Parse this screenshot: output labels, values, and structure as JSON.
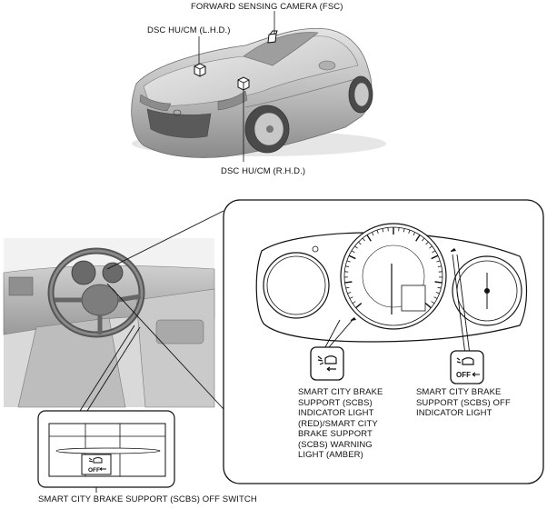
{
  "labels": {
    "fsc": "FORWARD SENSING CAMERA (FSC)",
    "dsc_lhd": "DSC HU/CM (L.H.D.)",
    "dsc_rhd": "DSC HU/CM (R.H.D.)",
    "scbs_indicator": "SMART CITY BRAKE SUPPORT (SCBS) INDICATOR LIGHT (RED)/SMART CITY BRAKE SUPPORT (SCBS)  WARNING LIGHT (AMBER)",
    "scbs_off_indicator": "SMART CITY BRAKE SUPPORT (SCBS) OFF INDICATOR LIGHT",
    "scbs_off_switch": "SMART CITY BRAKE SUPPORT (SCBS) OFF SWITCH"
  },
  "icons": {
    "scbs_indicator": "scbs-indicator-icon",
    "scbs_off_indicator": "scbs-off-indicator-icon",
    "scbs_off_switch": "scbs-off-switch-icon",
    "off_text": "OFF"
  }
}
